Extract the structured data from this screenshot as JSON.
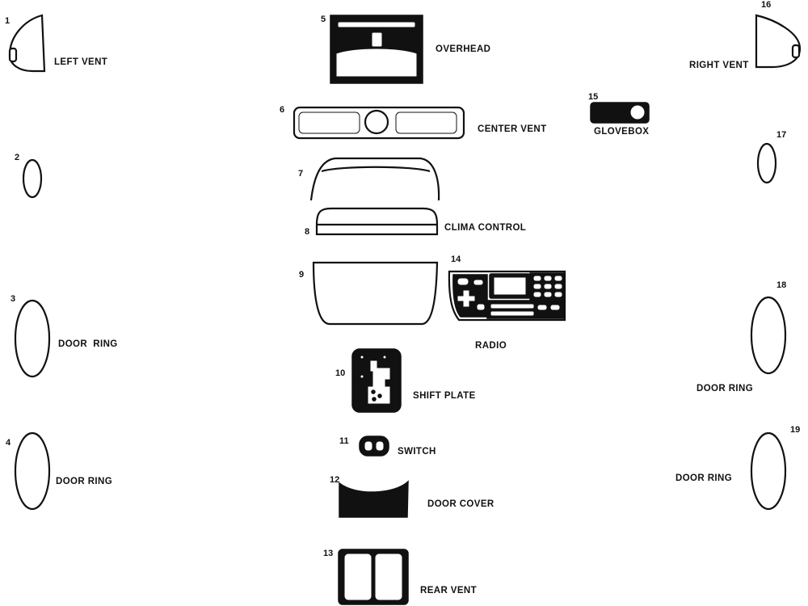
{
  "parts": [
    {
      "number": "1",
      "label": "LEFT VENT"
    },
    {
      "number": "2",
      "label": ""
    },
    {
      "number": "3",
      "label": "DOOR  RING"
    },
    {
      "number": "4",
      "label": "DOOR RING"
    },
    {
      "number": "5",
      "label": "OVERHEAD"
    },
    {
      "number": "6",
      "label": "CENTER VENT"
    },
    {
      "number": "7",
      "label": ""
    },
    {
      "number": "8",
      "label": "CLIMA CONTROL"
    },
    {
      "number": "9",
      "label": ""
    },
    {
      "number": "10",
      "label": "SHIFT PLATE"
    },
    {
      "number": "11",
      "label": "SWITCH"
    },
    {
      "number": "12",
      "label": "DOOR COVER"
    },
    {
      "number": "13",
      "label": "REAR VENT"
    },
    {
      "number": "14",
      "label": "RADIO"
    },
    {
      "number": "15",
      "label": "GLOVEBOX"
    },
    {
      "number": "16",
      "label": "RIGHT VENT"
    },
    {
      "number": "17",
      "label": ""
    },
    {
      "number": "18",
      "label": "DOOR RING"
    },
    {
      "number": "19",
      "label": "DOOR RING"
    }
  ]
}
